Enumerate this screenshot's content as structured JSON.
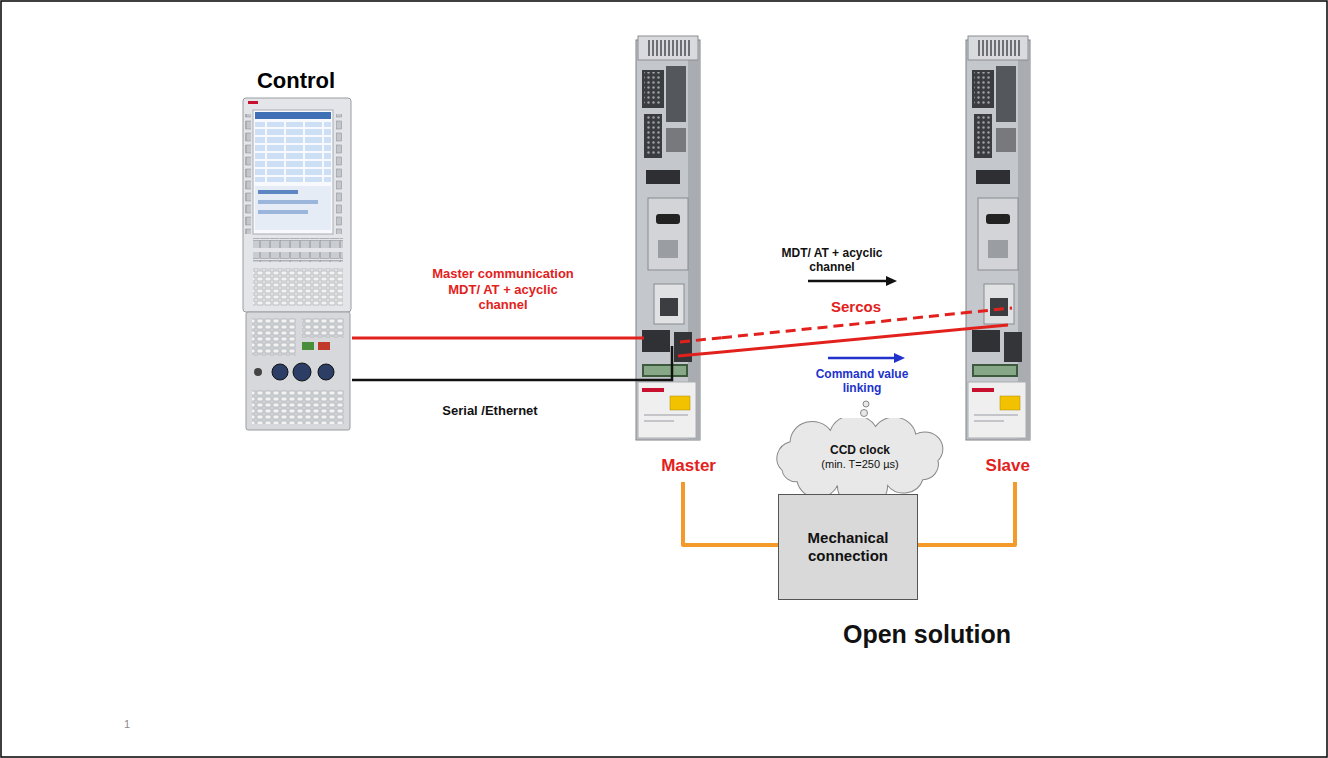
{
  "diagram": {
    "nodes": [
      {
        "text": [
          "Control"
        ]
      },
      {
        "text": [
          "Master"
        ]
      },
      {
        "text": [
          "Slave"
        ]
      },
      {
        "text": [
          "CCD clock",
          "(min. T=250 µs)"
        ]
      },
      {
        "text": [
          "Mechanical connection"
        ]
      }
    ],
    "edges": [
      {
        "from": 0,
        "to": 1,
        "arrow": "none",
        "label": "Master communication MDT/ AT + acyclic channel"
      },
      {
        "from": 0,
        "to": 1,
        "arrow": "none",
        "label": "Serial /Ethernet"
      },
      {
        "from": 1,
        "to": 2,
        "arrow": "none",
        "label": "Sercos"
      },
      {
        "from": 1,
        "to": 2,
        "arrow": "none"
      },
      {
        "from": 1,
        "to": 4,
        "arrow": "none"
      },
      {
        "from": 2,
        "to": 4,
        "arrow": "none"
      }
    ],
    "labels": [
      "MDT/ AT + acyclic channel",
      "Command value linking",
      "Open solution",
      "1"
    ]
  }
}
